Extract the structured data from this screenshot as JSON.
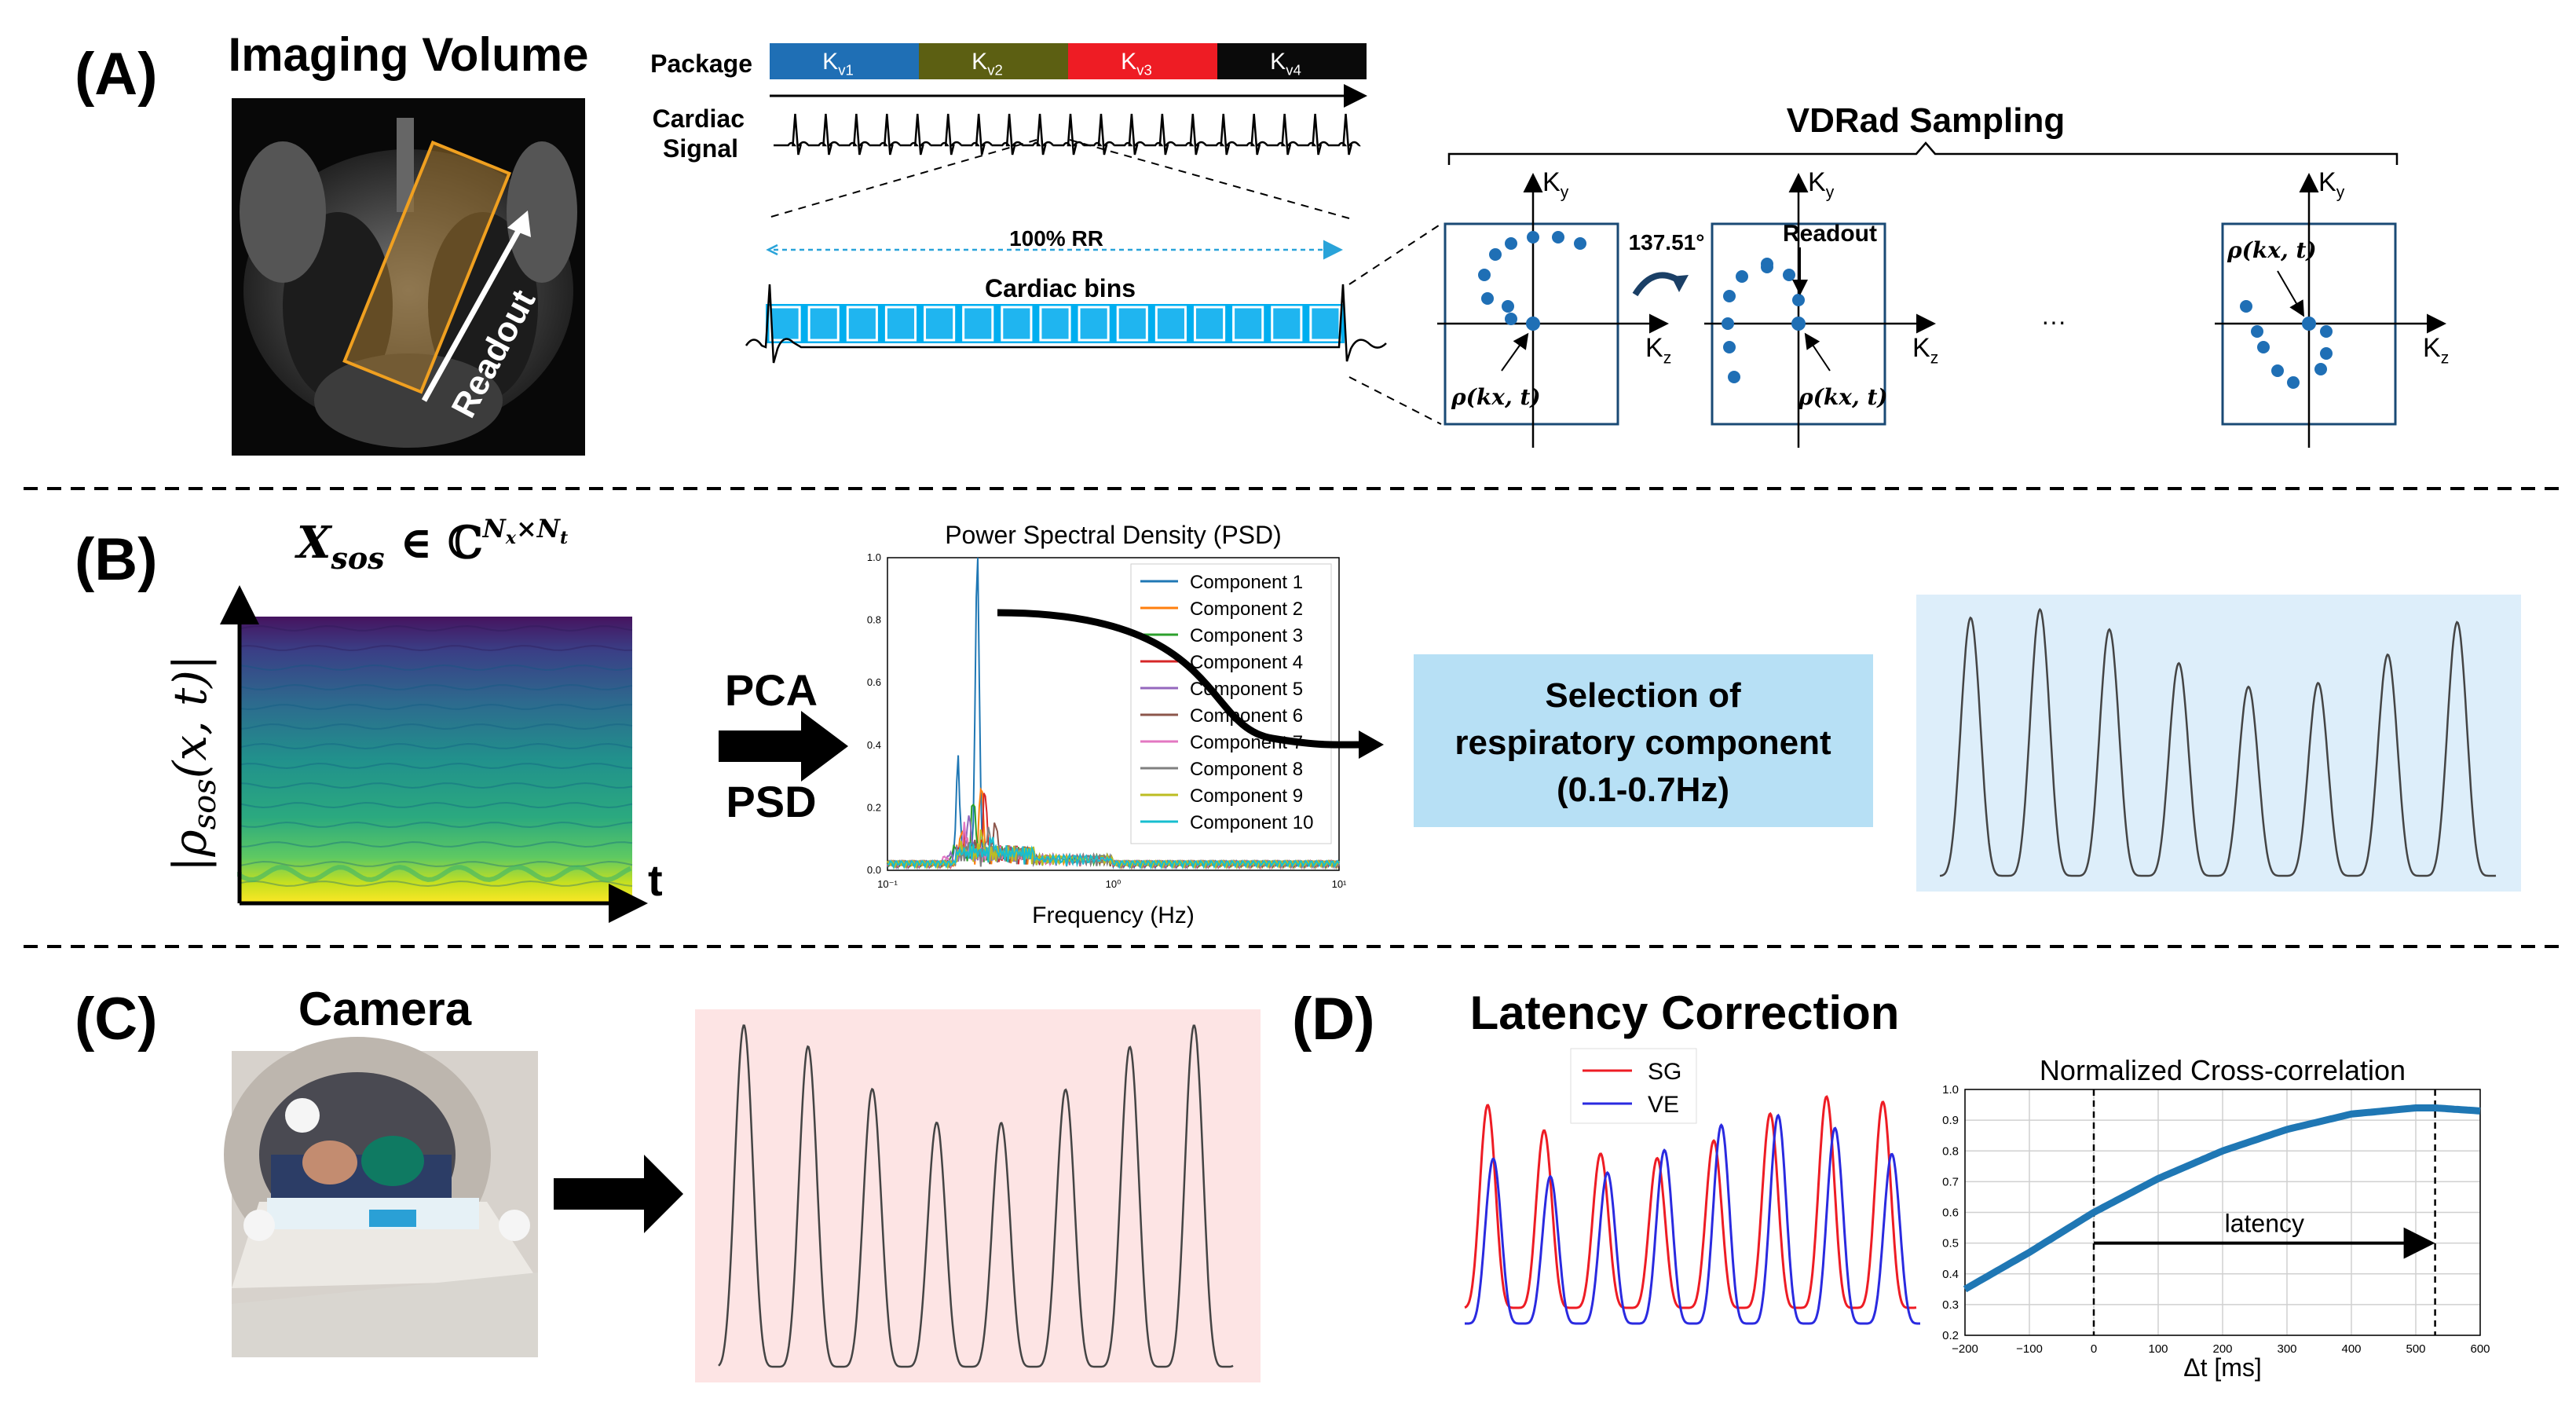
{
  "panel_labels": {
    "a": "(A)",
    "b": "(B)",
    "c": "(C)",
    "d": "(D)"
  },
  "panel_a": {
    "imaging_volume_title": "Imaging Volume",
    "readout_arrow_label": "Readout",
    "package_label": "Package",
    "package_segments": [
      {
        "base": "K",
        "sub": "v1",
        "color": "#1f6fb5"
      },
      {
        "base": "K",
        "sub": "v2",
        "color": "#5c5f12"
      },
      {
        "base": "K",
        "sub": "v3",
        "color": "#ee1c24"
      },
      {
        "base": "K",
        "sub": "v4",
        "color": "#0a0a0a"
      }
    ],
    "cardiac_signal_label_line1": "Cardiac",
    "cardiac_signal_label_line2": "Signal",
    "rr_label": "100% RR",
    "cardiac_bins_label": "Cardiac bins",
    "cardiac_bin_count": 15,
    "vdrad_title": "VDRad Sampling",
    "rotation_angle": "137.51°",
    "ky_axis": {
      "base": "K",
      "sub": "y"
    },
    "kz_axis": {
      "base": "K",
      "sub": "z"
    },
    "readout_label": "Readout",
    "rho_label": "ρ(kx, t)",
    "ellipsis": "···"
  },
  "panel_b": {
    "formula": "X_sos ∈ ℂ^(Nx×Nt)",
    "y_axis_label": "|ρ_sos(x,t)|",
    "t_label": "t",
    "arrow_label_top": "PCA",
    "arrow_label_bottom": "PSD",
    "selection_box_line1": "Selection of",
    "selection_box_line2": "respiratory component",
    "selection_box_line3": "(0.1-0.7Hz)",
    "selection_box_color": "#b7e0f5",
    "respiratory_signal_bg": "#ddeefa"
  },
  "chart_data": [
    {
      "type": "line",
      "title": "Power Spectral Density (PSD)",
      "xlabel": "Frequency (Hz)",
      "ylabel": "",
      "x_scale": "log",
      "xlim": [
        0.1,
        10
      ],
      "ylim": [
        0,
        1.0
      ],
      "x_tick_labels": [
        "10⁻¹",
        "10⁰",
        "10¹"
      ],
      "y_tick_labels": [
        "0.0",
        "0.2",
        "0.4",
        "0.6",
        "0.8",
        "1.0"
      ],
      "legend_position": "top-right",
      "series": [
        {
          "name": "Component 1",
          "color": "#1f77b4",
          "peak_freq": 0.25,
          "peak": 0.98
        },
        {
          "name": "Component 2",
          "color": "#ff7f0e",
          "peak_freq": 0.26,
          "peak": 0.22
        },
        {
          "name": "Component 3",
          "color": "#2ca02c",
          "peak_freq": 0.24,
          "peak": 0.18
        },
        {
          "name": "Component 4",
          "color": "#d62728",
          "peak_freq": 0.27,
          "peak": 0.2
        },
        {
          "name": "Component 5",
          "color": "#9467bd",
          "peak_freq": 0.23,
          "peak": 0.12
        },
        {
          "name": "Component 6",
          "color": "#8c564b",
          "peak_freq": 0.3,
          "peak": 0.1
        },
        {
          "name": "Component 7",
          "color": "#e377c2",
          "peak_freq": 0.22,
          "peak": 0.08
        },
        {
          "name": "Component 8",
          "color": "#7f7f7f",
          "peak_freq": 0.28,
          "peak": 0.07
        },
        {
          "name": "Component 9",
          "color": "#bcbd22",
          "peak_freq": 0.26,
          "peak": 0.06
        },
        {
          "name": "Component 10",
          "color": "#17becf",
          "peak_freq": 0.29,
          "peak": 0.05
        }
      ]
    },
    {
      "type": "line",
      "title": "Normalized Cross-correlation",
      "xlabel": "Δt [ms]",
      "ylabel": "",
      "xlim": [
        -200,
        600
      ],
      "ylim": [
        0.2,
        1.0
      ],
      "x_ticks": [
        -200,
        -100,
        0,
        100,
        200,
        300,
        400,
        500,
        600
      ],
      "y_ticks": [
        0.2,
        0.3,
        0.4,
        0.5,
        0.6,
        0.7,
        0.8,
        0.9,
        1.0
      ],
      "grid": true,
      "series": [
        {
          "color": "#1f77b4",
          "x": [
            -200,
            -100,
            0,
            100,
            200,
            300,
            400,
            500,
            530,
            600
          ],
          "y": [
            0.35,
            0.47,
            0.6,
            0.71,
            0.8,
            0.87,
            0.92,
            0.94,
            0.94,
            0.93
          ]
        }
      ],
      "vlines": [
        0,
        530
      ],
      "annotation": {
        "text": "latency",
        "x_from": 0,
        "x_to": 530,
        "y": 0.5
      }
    }
  ],
  "panel_c": {
    "camera_title": "Camera",
    "signal_bg": "#fde4e4"
  },
  "panel_d": {
    "title": "Latency Correction",
    "legend_sg": "SG",
    "legend_ve": "VE",
    "sg_color": "#ee1c24",
    "ve_color": "#2a2ae0"
  }
}
